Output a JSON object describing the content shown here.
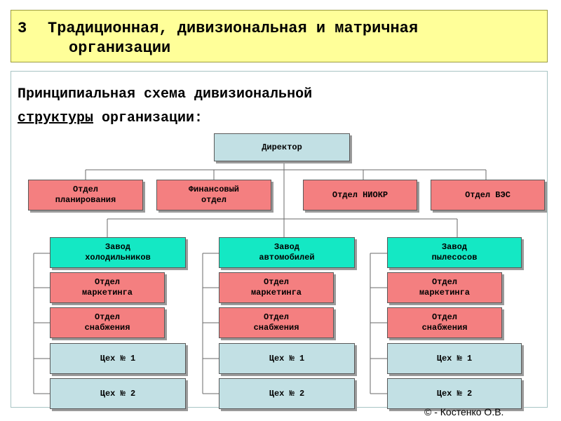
{
  "header": {
    "number": "3",
    "line1": "Традиционная, дивизиональная и матричная",
    "line2": "организации"
  },
  "subtitle": {
    "line1": "Принципиальная схема дивизиональной",
    "line2_underlined": "структуры",
    "line2_rest": " организации:"
  },
  "diagram": {
    "director": "Директор",
    "departments": [
      "Отдел\nпланирования",
      "Финансовый\nотдел",
      "Отдел НИОКР",
      "Отдел ВЭС"
    ],
    "plants": [
      {
        "name": "Завод\nхолодильников",
        "marketing": "Отдел\nмаркетинга",
        "supply": "Отдел\nснабжения",
        "shop1": "Цех № 1",
        "shop2": "Цех № 2"
      },
      {
        "name": "Завод\nавтомобилей",
        "marketing": "Отдел\nмаркетинга",
        "supply": "Отдел\nснабжения",
        "shop1": "Цех № 1",
        "shop2": "Цех № 2"
      },
      {
        "name": "Завод\nпылесосов",
        "marketing": "Отдел\nмаркетинга",
        "supply": "Отдел\nснабжения",
        "shop1": "Цех № 1",
        "shop2": "Цех № 2"
      }
    ]
  },
  "footer": "© - Костенко О.В.",
  "colors": {
    "title_bg": "#ffff99",
    "light_blue": "#c2e0e4",
    "red": "#f47f80",
    "cyan": "#14e8c4"
  }
}
